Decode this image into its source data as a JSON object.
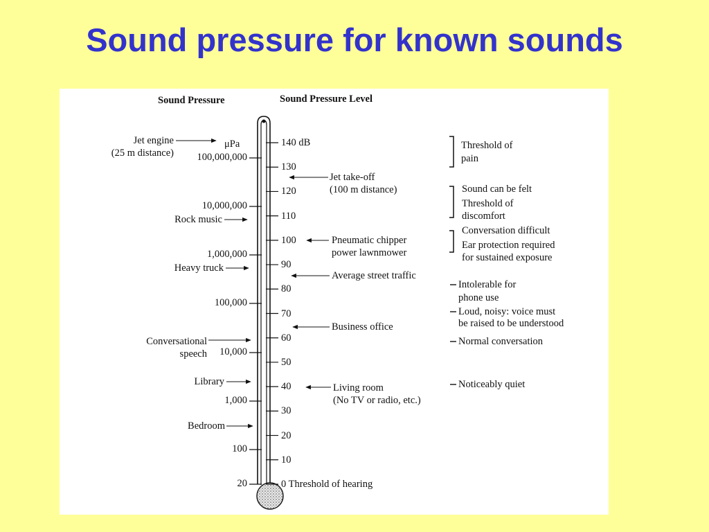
{
  "title": "Sound pressure for known sounds",
  "figure": {
    "header_pressure": "Sound Pressure",
    "header_level": "Sound Pressure Level",
    "unit": "μPa",
    "pressure_labels": [
      "100,000,000",
      "10,000,000",
      "1,000,000",
      "100,000",
      "10,000",
      "1,000",
      "100",
      "20"
    ],
    "level_labels": [
      "140 dB",
      "130",
      "120",
      "110",
      "100",
      "90",
      "80",
      "70",
      "60",
      "50",
      "40",
      "30",
      "20",
      "10",
      "0 Threshold of hearing"
    ],
    "left_sources": [
      {
        "line1": "Jet engine",
        "line2": "(25 m distance)"
      },
      {
        "line1": "Rock music"
      },
      {
        "line1": "Heavy truck"
      },
      {
        "line1": "Conversational",
        "line2": "speech"
      },
      {
        "line1": "Library"
      },
      {
        "line1": "Bedroom"
      }
    ],
    "right_sources": [
      {
        "line1": "Jet take-off",
        "line2": "(100 m distance)"
      },
      {
        "line1": "Pneumatic chipper",
        "line2": "power lawnmower"
      },
      {
        "line1": "Average street traffic"
      },
      {
        "line1": "Business office"
      },
      {
        "line1": "Living room",
        "line2": "(No TV or radio, etc.)"
      }
    ],
    "descriptions": [
      {
        "line1": "Threshold of",
        "line2": "pain"
      },
      {
        "line1": "Sound can be felt"
      },
      {
        "line1": "Threshold of",
        "line2": "discomfort"
      },
      {
        "line1": "Conversation difficult"
      },
      {
        "line1": "Ear protection required",
        "line2": "for sustained exposure"
      },
      {
        "line1": "Intolerable for",
        "line2": "phone use"
      },
      {
        "line1": "Loud, noisy: voice must",
        "line2": "be raised to be understood"
      },
      {
        "line1": "Normal conversation"
      },
      {
        "line1": "Noticeably quiet"
      }
    ]
  }
}
